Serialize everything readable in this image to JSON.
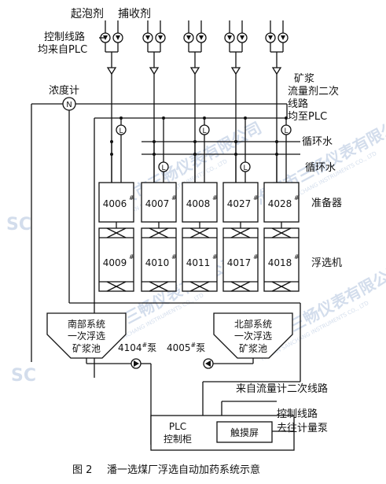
{
  "labels": {
    "frother": "起泡剂",
    "collector": "捕收剂",
    "plc_line_1": "控制线路",
    "plc_line_2": "均来自PLC",
    "density_meter": "浓度计",
    "density_symbol": "N",
    "slurry_line_1": "矿浆",
    "slurry_line_2": "流量剂二次",
    "slurry_line_3": "线路",
    "slurry_line_4": "均至PLC",
    "circ_water_1": "循环水",
    "circ_water_2": "循环水",
    "flow_symbol": "L",
    "conditioner": "准备器",
    "flotation": "浮选机",
    "south_1": "南部系统",
    "south_2": "一次浮选",
    "south_3": "矿浆池",
    "north_1": "北部系统",
    "north_2": "一次浮选",
    "north_3": "矿浆池",
    "pump_south": "4104",
    "pump_north": "4005",
    "pump_suffix": "泵",
    "flowmeter_line": "来自流量计二次线路",
    "plc_box_1": "PLC",
    "plc_box_2": "控制柜",
    "touchscreen": "触摸屏",
    "ctrl_line_1": "控制线路",
    "ctrl_line_2": "去往计量泵",
    "caption_num": "图 2",
    "caption_text": "潘一选煤厂浮选自动加药系统示意",
    "watermark_cn": "淮安市三畅仪表有限公司",
    "watermark_en": "HUAIAN SANCHANG INSTRUMENTS CO., LTD",
    "watermark_logo": "SC"
  },
  "conditioners": [
    "4006",
    "4007",
    "4008",
    "4027",
    "4028"
  ],
  "flotation_cells": [
    "4009",
    "4010",
    "4011",
    "4017",
    "4018"
  ],
  "cell_mark": "#"
}
